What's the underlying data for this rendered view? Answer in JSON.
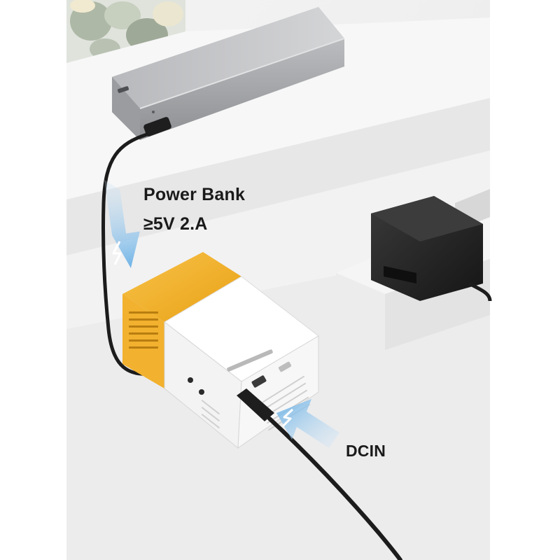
{
  "labels": {
    "power_bank_title": "Power Bank",
    "power_bank_spec": "≥5V 2.A",
    "dc_in": "DCIN"
  },
  "colors": {
    "projector_accent": "#f5b22c",
    "arrow": "#7fbfec",
    "power_bank_body": "#a9abae",
    "adapter": "#2b2b2b",
    "cable": "#1c1c1c"
  },
  "icons": {
    "arrow_symbol": "lightning-bolt"
  }
}
